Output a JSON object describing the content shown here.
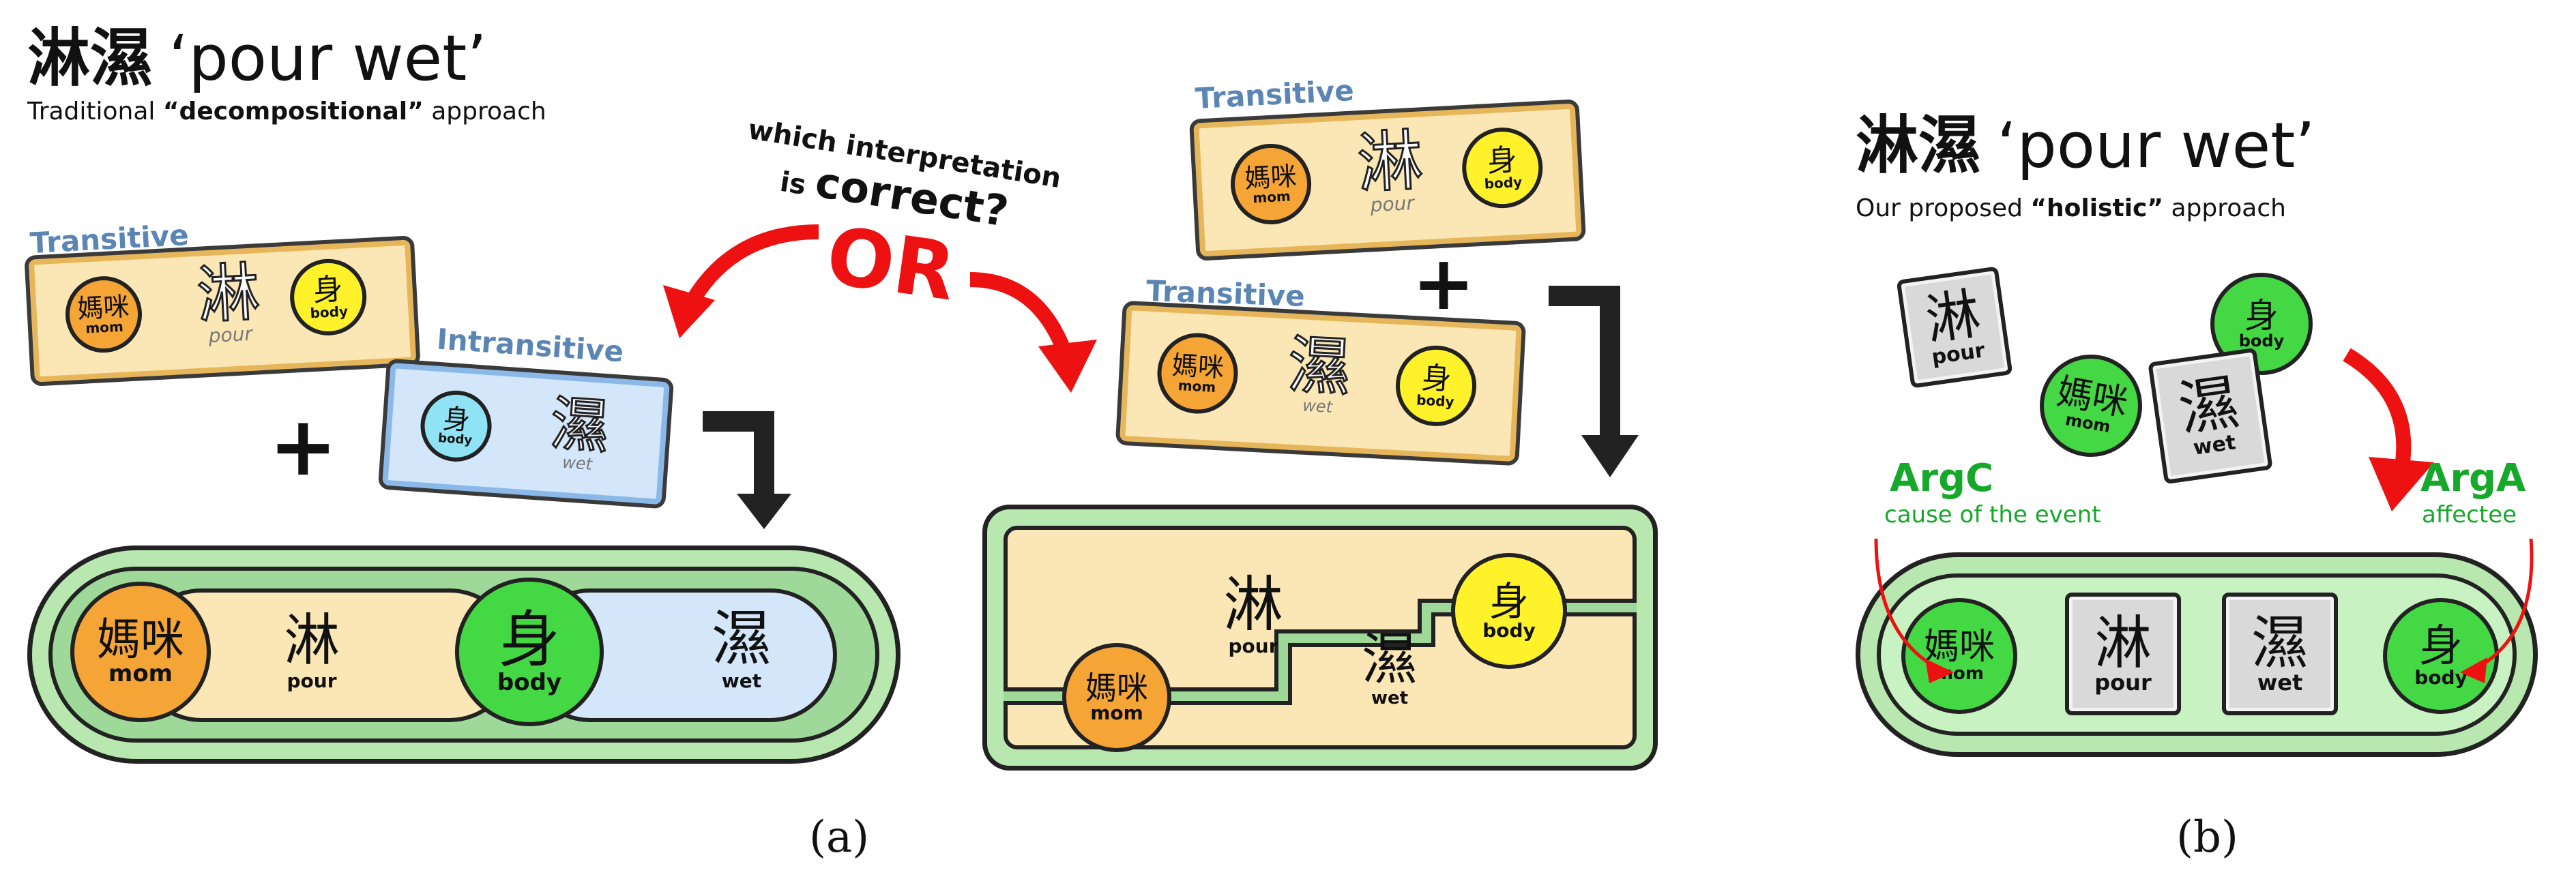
{
  "left_panel": {
    "title_zh": "淋濕",
    "title_en": "‘pour wet’",
    "subtitle_pre": "Traditional ",
    "subtitle_bold": "“decompositional”",
    "subtitle_post": " approach",
    "card_transitive": {
      "label": "Transitive",
      "arg1_zh": "媽咪",
      "arg1_en": "mom",
      "verb_zh": "淋",
      "verb_en": "pour",
      "arg2_zh": "身",
      "arg2_en": "body"
    },
    "card_intransitive": {
      "label": "Intransitive",
      "arg_zh": "身",
      "arg_en": "body",
      "verb_zh": "濕",
      "verb_en": "wet"
    },
    "plus": "+",
    "result": {
      "mom_zh": "媽咪",
      "mom_en": "mom",
      "pour_zh": "淋",
      "pour_en": "pour",
      "body_zh": "身",
      "body_en": "body",
      "wet_zh": "濕",
      "wet_en": "wet"
    }
  },
  "question": {
    "line1": "which interpretation",
    "line2_pre": "is ",
    "line2_big": "correct?",
    "or": "OR"
  },
  "middle_panel": {
    "card_top": {
      "label": "Transitive",
      "arg1_zh": "媽咪",
      "arg1_en": "mom",
      "verb_zh": "淋",
      "verb_en": "pour",
      "arg2_zh": "身",
      "arg2_en": "body"
    },
    "card_bottom": {
      "label": "Transitive",
      "arg1_zh": "媽咪",
      "arg1_en": "mom",
      "verb_zh": "濕",
      "verb_en": "wet",
      "arg2_zh": "身",
      "arg2_en": "body"
    },
    "plus": "+",
    "result": {
      "mom_zh": "媽咪",
      "mom_en": "mom",
      "pour_zh": "淋",
      "pour_en": "pour",
      "wet_zh": "濕",
      "wet_en": "wet",
      "body_zh": "身",
      "body_en": "body"
    }
  },
  "right_panel": {
    "title_zh": "淋濕",
    "title_en": "‘pour wet’",
    "subtitle_pre": "Our proposed ",
    "subtitle_bold": "“holistic”",
    "subtitle_post": " approach",
    "scatter": {
      "pour_zh": "淋",
      "pour_en": "pour",
      "mom_zh": "媽咪",
      "mom_en": "mom",
      "body_zh": "身",
      "body_en": "body",
      "wet_zh": "濕",
      "wet_en": "wet"
    },
    "argc_head": "ArgC",
    "argc_sub": "cause of the event",
    "arga_head": "ArgA",
    "arga_sub": "affectee",
    "result": {
      "mom_zh": "媽咪",
      "mom_en": "mom",
      "pour_zh": "淋",
      "pour_en": "pour",
      "wet_zh": "濕",
      "wet_en": "wet",
      "body_zh": "身",
      "body_en": "body"
    }
  },
  "captions": {
    "a": "(a)",
    "b": "(b)"
  },
  "colors": {
    "orange": "#f5a536",
    "yellow": "#fff22a",
    "green": "#45d845",
    "cyan": "#8fe3f5",
    "tan_card": "#fbe7b6",
    "blue_card": "#d3e6fa",
    "green_bar": "#c9f2c2",
    "red_arrow": "#ee1111",
    "arg_green": "#16a82a"
  }
}
